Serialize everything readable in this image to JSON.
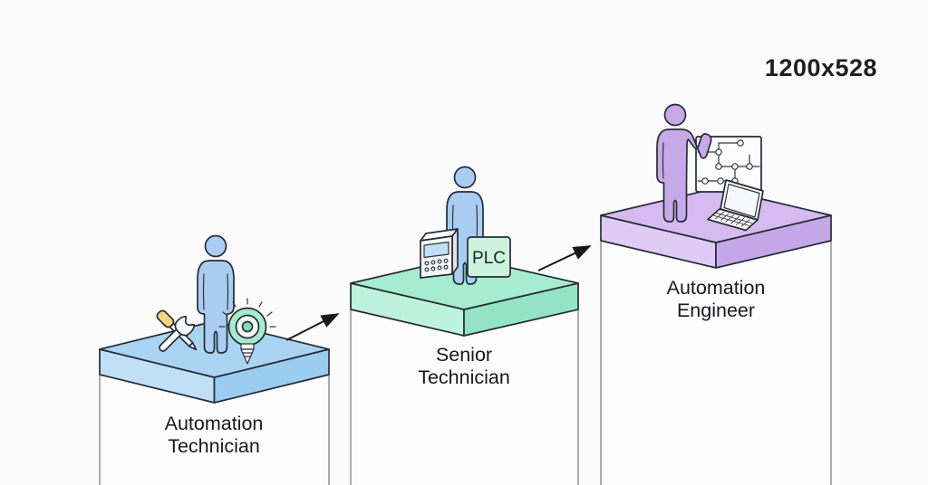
{
  "title": "Automation career progression diagram",
  "size_label": "1200x528",
  "colors": {
    "background": "#fbfbfb",
    "arrow": "#17181c",
    "outline": "#262c36",
    "text": "#17181d"
  },
  "steps": [
    {
      "name": "automation-technician",
      "label": [
        "Automation",
        "Technician"
      ],
      "colors": {
        "top": "#abd4f3",
        "left": "#c0e0f8",
        "right": "#9ccdf0",
        "column": "#fdfdfe"
      },
      "person_color": "#a9cdf3",
      "icons": [
        "screwdriver-icon",
        "wrench-icon",
        "gauge-drill-icon"
      ]
    },
    {
      "name": "senior-technician",
      "label": [
        "Senior",
        "Technician"
      ],
      "colors": {
        "top": "#a6ecd0",
        "left": "#bdf2dc",
        "right": "#93e3c5",
        "column": "#fdfdfe"
      },
      "person_color": "#a9cdf3",
      "plc_text": "PLC",
      "icons": [
        "hmi-panel-icon",
        "plc-box-icon"
      ]
    },
    {
      "name": "automation-engineer",
      "label": [
        "Automation",
        "Engineer"
      ],
      "colors": {
        "top": "#d5bbf0",
        "left": "#e0caf6",
        "right": "#c6a7e8",
        "column": "#fdfdfe"
      },
      "person_color": "#c7a9e9",
      "icons": [
        "circuit-board-icon",
        "laptop-icon"
      ]
    }
  ]
}
